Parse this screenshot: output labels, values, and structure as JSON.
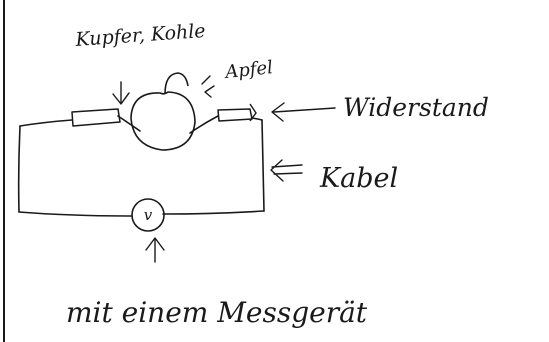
{
  "diagram": {
    "labels": {
      "copper_carbon": "Kupfer, Kohle",
      "apple": "Apfel",
      "resistor": "Widerstand",
      "cable": "Kabel",
      "meter": "mit einem Messgerät"
    },
    "meter_symbol": "v",
    "colors": {
      "ink": "#1a1a1a",
      "paper": "#ffffff"
    }
  }
}
